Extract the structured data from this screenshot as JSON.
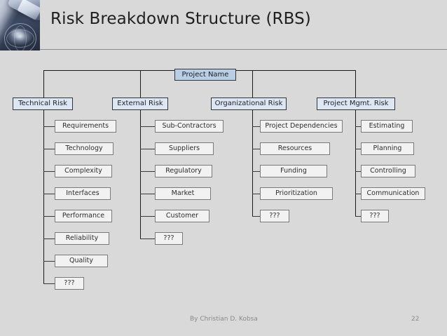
{
  "slide": {
    "title": "Risk Breakdown Structure (RBS)",
    "header_image_name": "hand-touching-globe-photo"
  },
  "footer": {
    "author": "By Christian D. Kobsa",
    "page_number": "22"
  },
  "colors": {
    "slide_background": "#d9d9d9",
    "root_fill": "#b9cde4",
    "category_fill": "#dce7f3",
    "leaf_fill": "#f2f2f2",
    "connector": "#1a1a1a",
    "title_text": "#202020",
    "footer_text": "#8a8a8a"
  },
  "diagram": {
    "type": "tree",
    "root": {
      "label": "Project Name"
    },
    "branches": [
      {
        "label": "Technical Risk",
        "children": [
          {
            "label": "Requirements"
          },
          {
            "label": "Technology"
          },
          {
            "label": "Complexity"
          },
          {
            "label": "Interfaces"
          },
          {
            "label": "Performance"
          },
          {
            "label": "Reliability"
          },
          {
            "label": "Quality"
          },
          {
            "label": "???"
          }
        ]
      },
      {
        "label": "External Risk",
        "children": [
          {
            "label": "Sub-Contractors"
          },
          {
            "label": "Suppliers"
          },
          {
            "label": "Regulatory"
          },
          {
            "label": "Market"
          },
          {
            "label": "Customer"
          },
          {
            "label": "???"
          }
        ]
      },
      {
        "label": "Organizational Risk",
        "children": [
          {
            "label": "Project Dependencies"
          },
          {
            "label": "Resources"
          },
          {
            "label": "Funding"
          },
          {
            "label": "Prioritization"
          },
          {
            "label": "???"
          }
        ]
      },
      {
        "label": "Project Mgmt. Risk",
        "children": [
          {
            "label": "Estimating"
          },
          {
            "label": "Planning"
          },
          {
            "label": "Controlling"
          },
          {
            "label": "Communication"
          },
          {
            "label": "???"
          }
        ]
      }
    ]
  }
}
